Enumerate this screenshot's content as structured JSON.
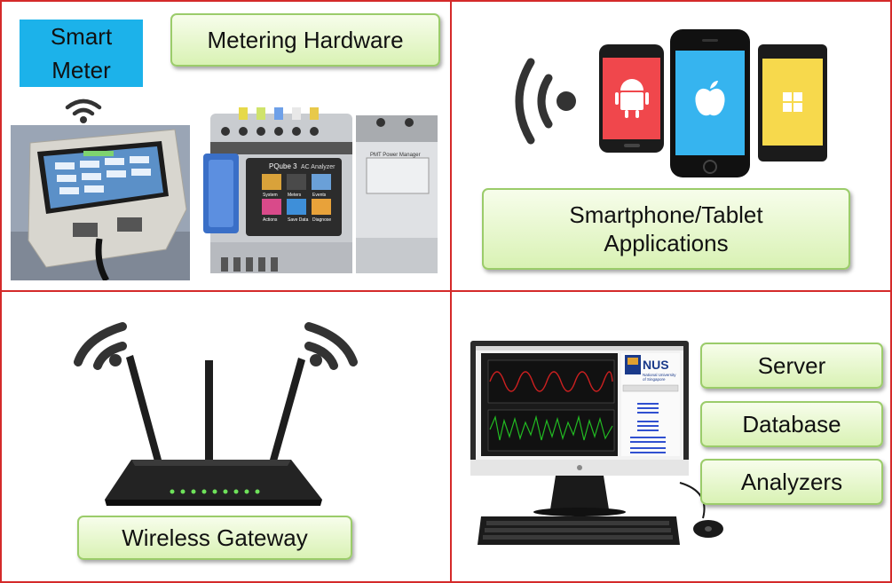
{
  "labels": {
    "smart_meter_line1": "Smart",
    "smart_meter_line2": "Meter",
    "metering_hardware": "Metering Hardware",
    "smartphone_line1": "Smartphone/Tablet",
    "smartphone_line2": "Applications",
    "wireless_gateway": "Wireless Gateway",
    "server": "Server",
    "database": "Database",
    "analyzers": "Analyzers"
  },
  "device_text": {
    "pqube_title": "PQube 3",
    "pqube_sub": "AC Analyzer",
    "pqube_tiles": [
      "System",
      "Meters",
      "Events",
      "Actions",
      "Save Data",
      "Diagnose"
    ],
    "power_manager": "PMT Power Manager",
    "nus_logo": "NUS",
    "nus_sub1": "National University",
    "nus_sub2": "of Singapore"
  },
  "icons": {
    "wifi": "wifi-signal-icon",
    "android": "android-icon",
    "apple": "apple-icon",
    "windows": "windows-icon",
    "router": "router-icon",
    "monitor": "monitor-icon"
  },
  "colors": {
    "border": "#d42a2a",
    "smart_meter_bg": "#1cb2ea",
    "label_gradient_top": "#f7fdeb",
    "label_gradient_bottom": "#d9f2b4",
    "label_border": "#9bcc6a",
    "android_screen": "#f0474c",
    "apple_screen": "#36b4ef",
    "windows_screen": "#f7d94c",
    "wave_red": "#cc2020",
    "wave_green": "#22bb22"
  }
}
